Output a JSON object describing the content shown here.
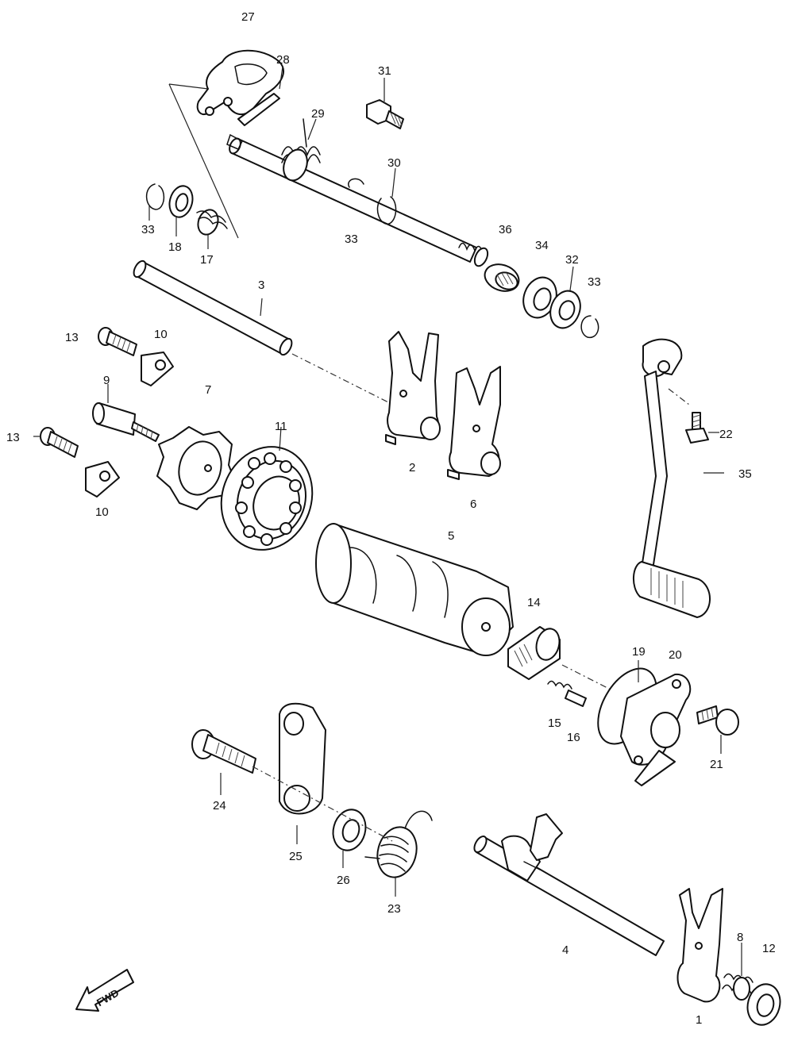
{
  "callouts": [
    {
      "id": "p1",
      "label": "1"
    },
    {
      "id": "p2",
      "label": "2"
    },
    {
      "id": "p3",
      "label": "3"
    },
    {
      "id": "p4",
      "label": "4"
    },
    {
      "id": "p5",
      "label": "5"
    },
    {
      "id": "p6",
      "label": "6"
    },
    {
      "id": "p7",
      "label": "7"
    },
    {
      "id": "p8",
      "label": "8"
    },
    {
      "id": "p9",
      "label": "9"
    },
    {
      "id": "p10a",
      "label": "10"
    },
    {
      "id": "p10b",
      "label": "10"
    },
    {
      "id": "p11",
      "label": "11"
    },
    {
      "id": "p12",
      "label": "12"
    },
    {
      "id": "p13a",
      "label": "13"
    },
    {
      "id": "p13b",
      "label": "13"
    },
    {
      "id": "p14",
      "label": "14"
    },
    {
      "id": "p15",
      "label": "15"
    },
    {
      "id": "p16",
      "label": "16"
    },
    {
      "id": "p17",
      "label": "17"
    },
    {
      "id": "p18",
      "label": "18"
    },
    {
      "id": "p19",
      "label": "19"
    },
    {
      "id": "p20",
      "label": "20"
    },
    {
      "id": "p21",
      "label": "21"
    },
    {
      "id": "p22",
      "label": "22"
    },
    {
      "id": "p23",
      "label": "23"
    },
    {
      "id": "p24",
      "label": "24"
    },
    {
      "id": "p25",
      "label": "25"
    },
    {
      "id": "p26",
      "label": "26"
    },
    {
      "id": "p27",
      "label": "27"
    },
    {
      "id": "p28",
      "label": "28"
    },
    {
      "id": "p29",
      "label": "29"
    },
    {
      "id": "p30",
      "label": "30"
    },
    {
      "id": "p31",
      "label": "31"
    },
    {
      "id": "p32",
      "label": "32"
    },
    {
      "id": "p33a",
      "label": "33"
    },
    {
      "id": "p33b",
      "label": "33"
    },
    {
      "id": "p33c",
      "label": "33"
    },
    {
      "id": "p34",
      "label": "34"
    },
    {
      "id": "p35",
      "label": "35"
    },
    {
      "id": "p36",
      "label": "36"
    }
  ],
  "fwd_label": "FWD"
}
